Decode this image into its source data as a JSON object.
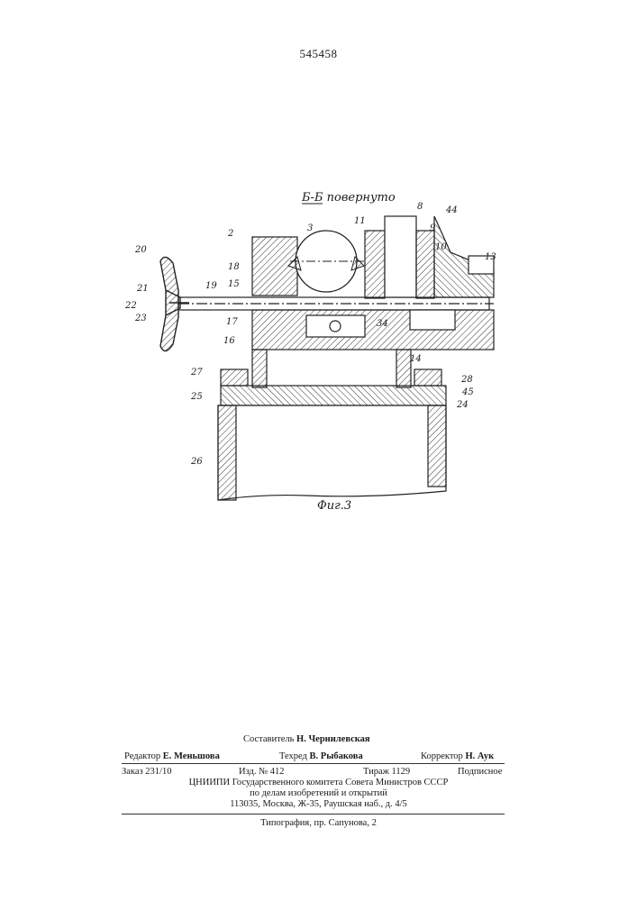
{
  "patent_number": "545458",
  "figure": {
    "section_label": "Б-Б повернуто",
    "caption": "Фиг.3",
    "part_labels": [
      "2",
      "3",
      "8",
      "9",
      "10",
      "11",
      "13",
      "14",
      "15",
      "16",
      "17",
      "18",
      "19",
      "20",
      "21",
      "22",
      "23",
      "24",
      "25",
      "26",
      "27",
      "28",
      "34",
      "44",
      "45"
    ]
  },
  "colophon": {
    "compiler_role": "Составитель",
    "compiler_name": "Н. Чернилевская",
    "editor_role": "Редактор",
    "editor_name": "Е. Меньшова",
    "techred_role": "Техред",
    "techred_name": "В. Рыбакова",
    "corrector_role": "Корректор",
    "corrector_name": "Н. Аук",
    "order": "Заказ 231/10",
    "edition": "Изд. № 412",
    "print_run": "Тираж 1129",
    "subscription": "Подписное",
    "institute": "ЦНИИПИ Государственного комитета Совета Министров СССР",
    "institute_line2": "по делам изобретений и открытий",
    "address": "113035, Москва, Ж-35, Раушская наб., д. 4/5",
    "printing_house": "Типография, пр. Сапунова, 2"
  }
}
